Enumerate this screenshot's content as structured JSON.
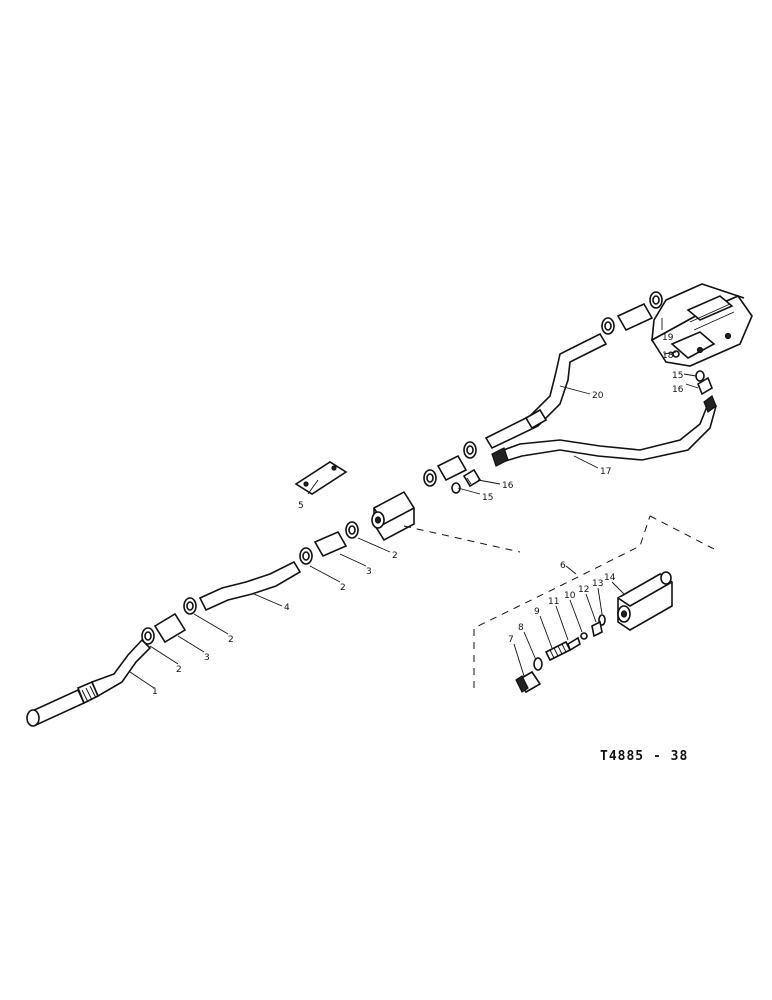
{
  "figure": {
    "reference": "T4885 - 38"
  },
  "callouts": {
    "c1": "1",
    "c2a": "2",
    "c3a": "3",
    "c2b": "2",
    "c4": "4",
    "c2c": "2",
    "c3b": "3",
    "c2d": "2",
    "c5": "5",
    "c15a": "15",
    "c16a": "16",
    "c17": "17",
    "c20": "20",
    "c19": "19",
    "c18": "18",
    "c15b": "15",
    "c16b": "16",
    "c6": "6",
    "c7": "7",
    "c8": "8",
    "c9": "9",
    "c10": "10",
    "c11": "11",
    "c12": "12",
    "c13": "13",
    "c14": "14"
  }
}
